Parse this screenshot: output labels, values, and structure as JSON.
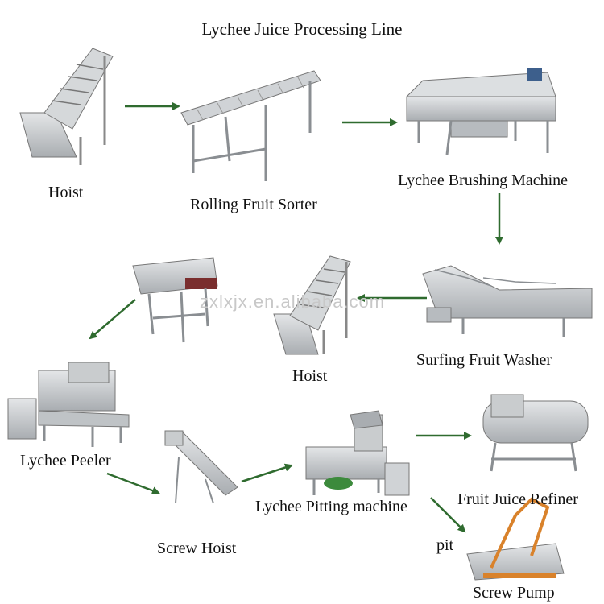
{
  "title": "Lychee Juice Processing Line",
  "watermark": "zxlxjx.en.alibaba.com",
  "colors": {
    "arrow": "#2f6b2f",
    "steel": "#c9ccce",
    "steel_dark": "#8d9195",
    "motor": "#3d5f8c",
    "green_motor": "#3c8a3c",
    "pump_handle": "#d9822b"
  },
  "machines": [
    {
      "id": "hoist_1",
      "label": "Hoist"
    },
    {
      "id": "rolling_sorter",
      "label": "Rolling Fruit Sorter"
    },
    {
      "id": "brushing",
      "label": "Lychee Brushing Machine"
    },
    {
      "id": "surfing_washer",
      "label": "Surfing Fruit Washer"
    },
    {
      "id": "hoist_2",
      "label": "Hoist"
    },
    {
      "id": "vibrating_sieve",
      "label": ""
    },
    {
      "id": "peeler",
      "label": "Lychee Peeler"
    },
    {
      "id": "screw_hoist",
      "label": "Screw Hoist"
    },
    {
      "id": "pitting",
      "label": "Lychee Pitting machine"
    },
    {
      "id": "refiner",
      "label": "Fruit Juice Refiner"
    },
    {
      "id": "screw_pump",
      "label": "Screw Pump"
    }
  ],
  "side_label": "pit"
}
